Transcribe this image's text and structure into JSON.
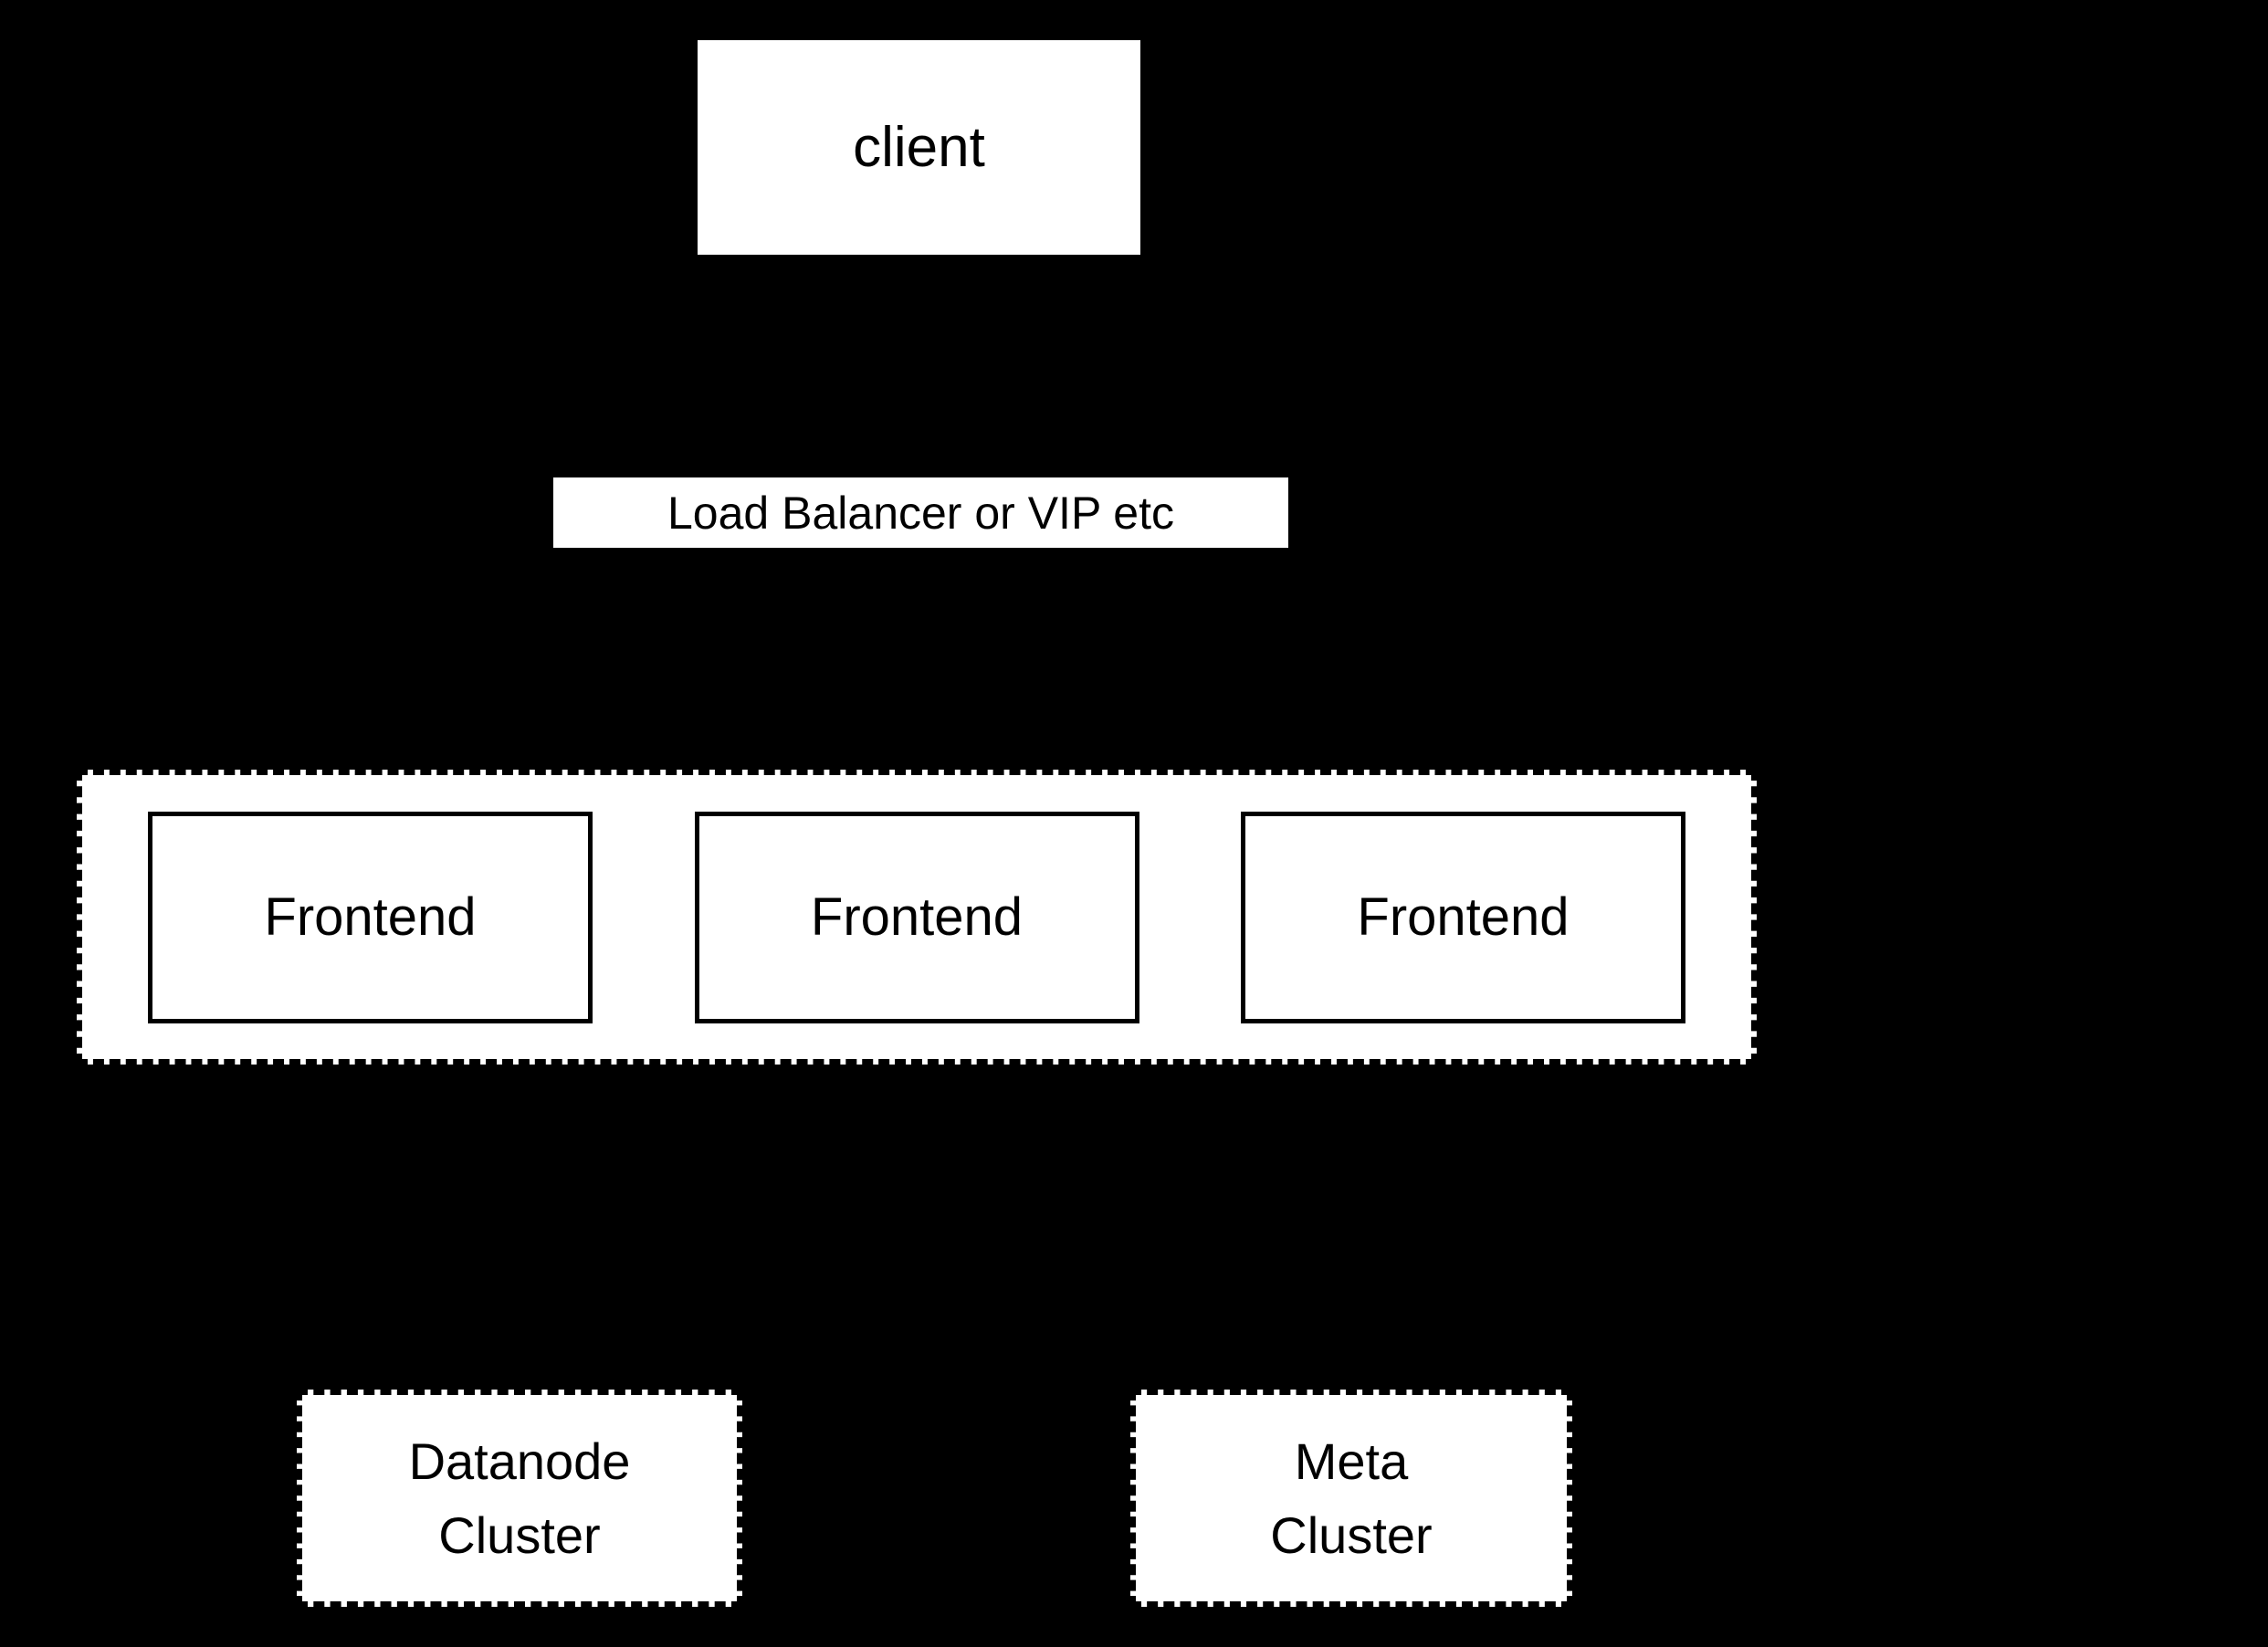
{
  "diagram": {
    "background_color": "#000000",
    "node_fill_color": "#ffffff",
    "text_color": "#000000",
    "nodes": {
      "client": {
        "label": "client"
      },
      "load_balancer": {
        "label": "Load Balancer or VIP etc"
      },
      "frontend_cluster": {
        "style": "dashed",
        "frontends": [
          {
            "label": "Frontend"
          },
          {
            "label": "Frontend"
          },
          {
            "label": "Frontend"
          }
        ]
      },
      "datanode_cluster": {
        "style": "dashed",
        "label": "Datanode\nCluster"
      },
      "meta_cluster": {
        "style": "dashed",
        "label": "Meta\nCluster"
      }
    }
  }
}
